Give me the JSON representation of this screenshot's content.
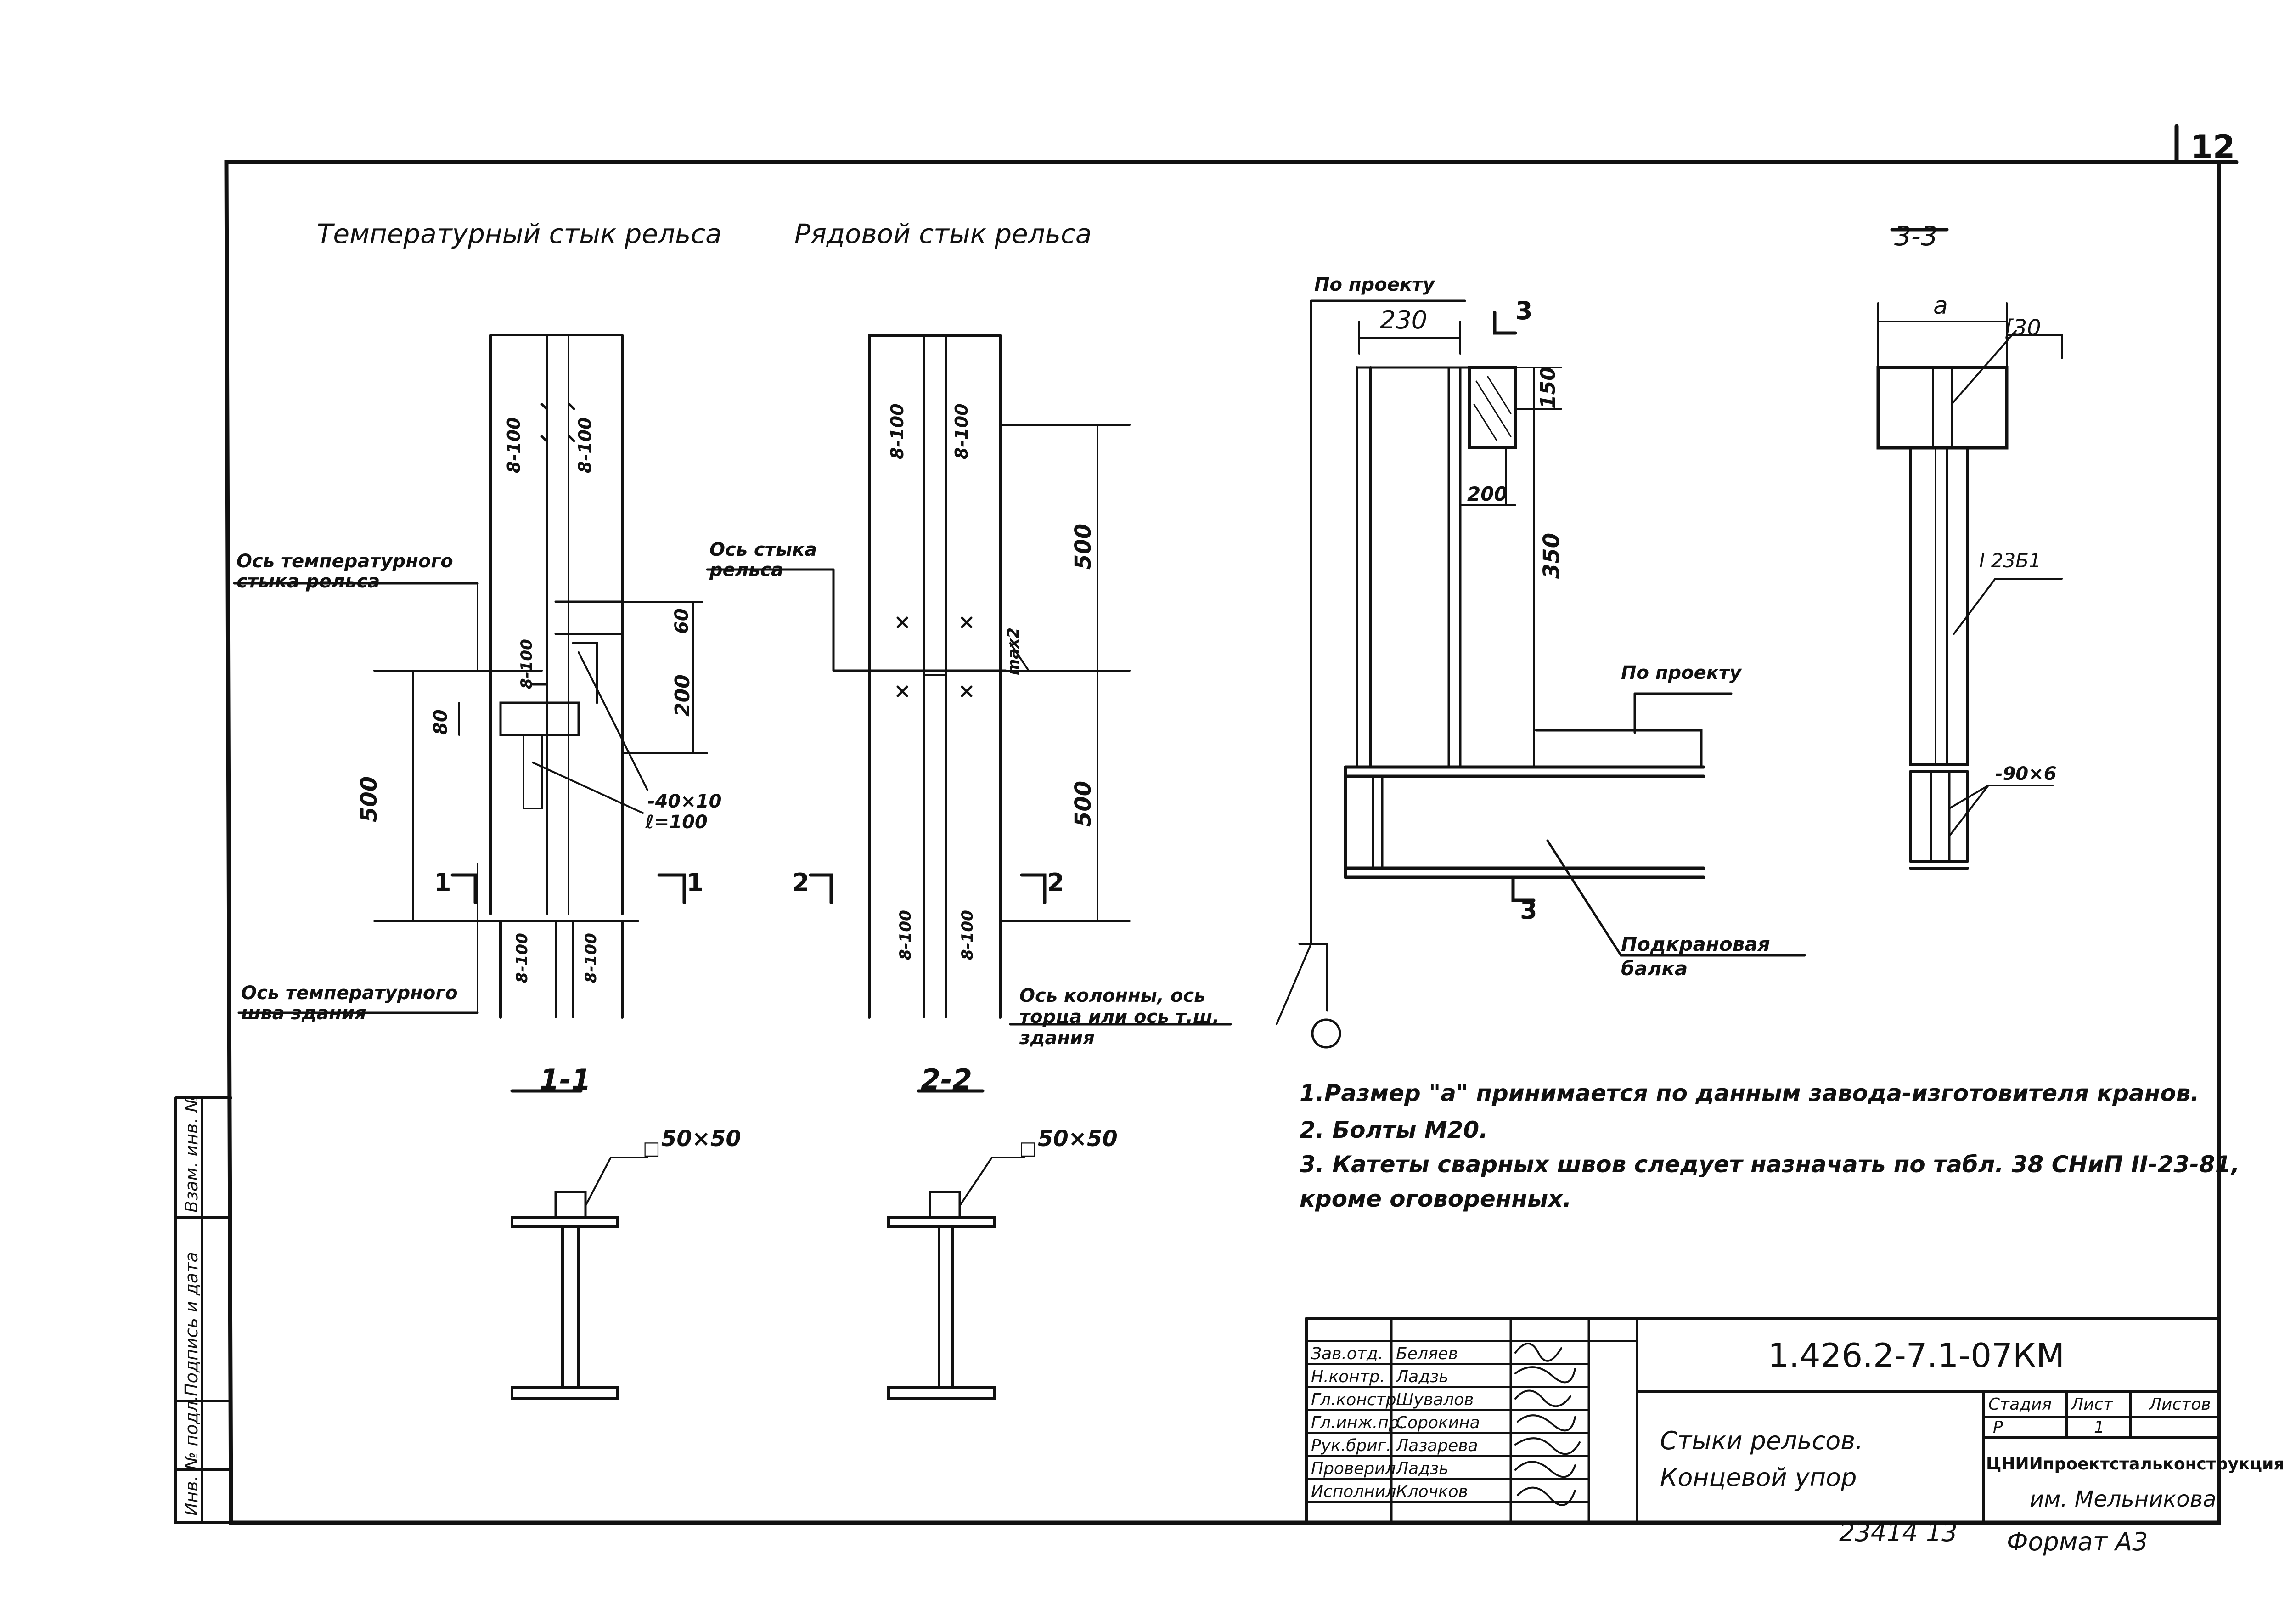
{
  "sheet": {
    "number": "12",
    "format": "Формат А3",
    "inv_number": "23414 13"
  },
  "headings": {
    "temp_joint": "Температурный стык рельса",
    "row_joint": "Рядовой стык рельса",
    "section_3": "3-3",
    "section_1": "1-1",
    "section_2": "2-2"
  },
  "labels": {
    "axis_temp_joint_rail": "Ось температурного стыка рельса",
    "axis_temp_seam_building": "Ось температурного шва здания",
    "axis_joint_rail": "Ось стыка рельса",
    "axis_column": "Ось колонны, ось торца или ось т.ш. здания",
    "per_project_1": "По проекту",
    "per_project_2": "По проекту",
    "crane_beam": "Подкрановая балка",
    "plate_1": "-40×10",
    "plate_1_len": "ℓ=100",
    "plate_2": "-90×6",
    "beam_i": "I 23Б1",
    "channel": "[30",
    "dim_a": "a",
    "square_1": "50×50",
    "square_2": "50×50",
    "mark_1": "1",
    "mark_2": "2",
    "mark_3": "3"
  },
  "dimensions": {
    "d230": "230",
    "d150": "150",
    "d200": "200",
    "d350": "350",
    "d500a": "500",
    "d500b": "500",
    "d500c": "500",
    "d60": "60",
    "d80": "80",
    "d200b": "200",
    "gap": "max2",
    "weld": "8-100"
  },
  "notes": [
    "1.Размер \"a\" принимается по данным завода-изготовителя кранов.",
    "2. Болты М20.",
    "3. Катеты сварных швов следует назначать по табл. 38 СНиП II-23-81,",
    "кроме оговоренных."
  ],
  "side_stamp": [
    "Инв. № подл.",
    "Подпись и дата",
    "Взам. инв. №"
  ],
  "title_block": {
    "code": "1.426.2-7.1-07КМ",
    "title_line1": "Стыки рельсов.",
    "title_line2": "Концевой упор",
    "stage_h": "Стадия",
    "sheet_h": "Лист",
    "sheets_h": "Листов",
    "stage": "Р",
    "sheet": "1",
    "org_line1": "ЦНИИпроектстальконструкция",
    "org_line2": "им. Мельникова",
    "roles": [
      {
        "role": "Зав.отд.",
        "name": "Беляев"
      },
      {
        "role": "Н.контр.",
        "name": "Ладзь"
      },
      {
        "role": "Гл.констр.",
        "name": "Шувалов"
      },
      {
        "role": "Гл.инж.пр.",
        "name": "Сорокина"
      },
      {
        "role": "Рук.бриг.",
        "name": "Лазарева"
      },
      {
        "role": "Проверил",
        "name": "Ладзь"
      },
      {
        "role": "Исполнил",
        "name": "Клочков"
      }
    ]
  }
}
